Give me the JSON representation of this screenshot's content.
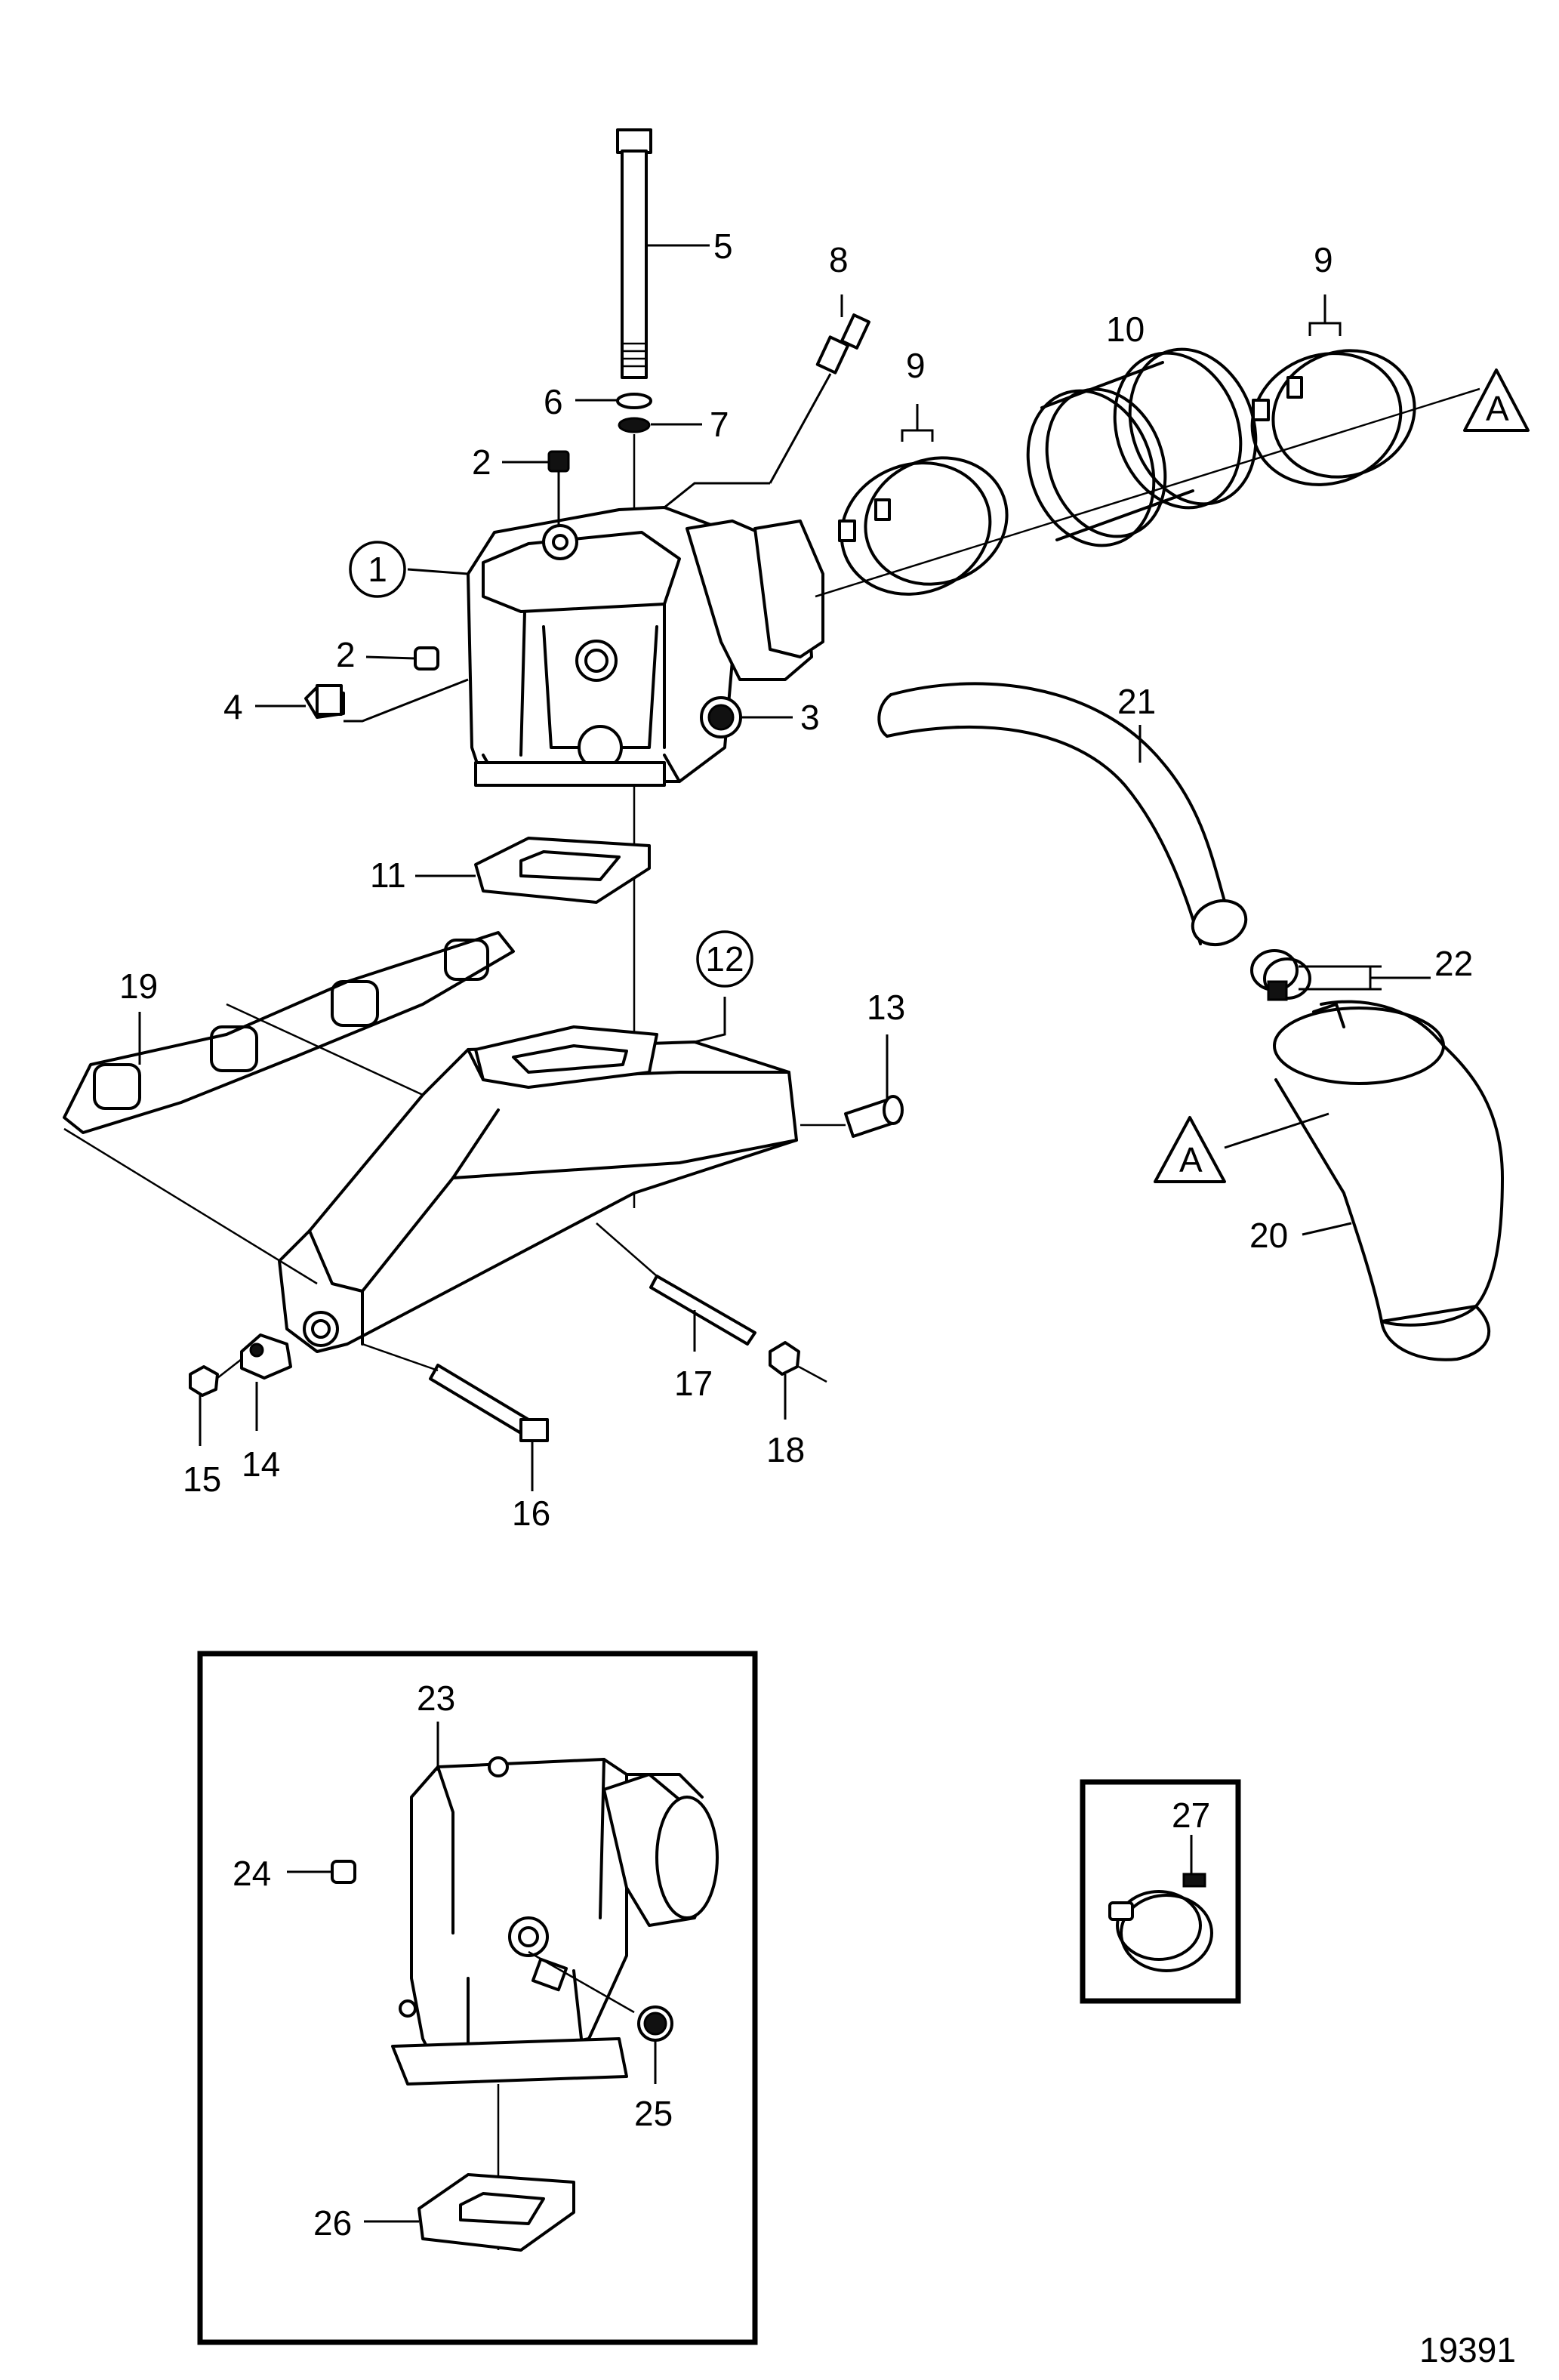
{
  "callouts": {
    "p1": "1",
    "p2a": "2",
    "p2b": "2",
    "p3": "3",
    "p4": "4",
    "p5": "5",
    "p6": "6",
    "p7": "7",
    "p8": "8",
    "p9a": "9",
    "p9b": "9",
    "p10": "10",
    "p11": "11",
    "p12": "12",
    "p13": "13",
    "p14": "14",
    "p15": "15",
    "p16": "16",
    "p17": "17",
    "p18": "18",
    "p19": "19",
    "p20": "20",
    "p21": "21",
    "p22": "22",
    "p23": "23",
    "p24": "24",
    "p25": "25",
    "p26": "26",
    "p27": "27"
  },
  "markers": {
    "a1": "A",
    "a2": "A"
  },
  "drawing_number": "19391"
}
